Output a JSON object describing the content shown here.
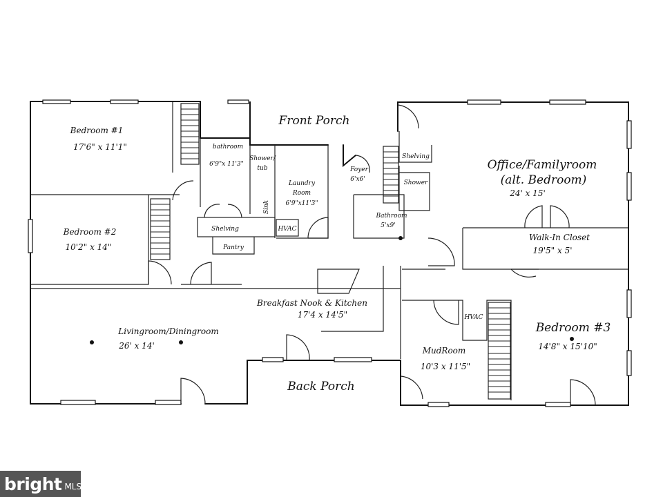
{
  "rooms": {
    "bedroom1": {
      "name": "Bedroom #1",
      "dims": "17'6\" x 11'1\""
    },
    "bedroom2": {
      "name": "Bedroom #2",
      "dims": "10'2\" x 14\""
    },
    "bathroom_main": {
      "name": "bathroom",
      "dims": "6'9\"x 11'3\""
    },
    "shower_tub": {
      "line1": "Shower/",
      "line2": "tub"
    },
    "sink": "Sink",
    "laundry": {
      "line1": "Laundry",
      "line2": "Room",
      "dims": "6'9\"x11'3\""
    },
    "shelving_pantry": "Shelving",
    "hvac_center": "HVAC",
    "pantry": "Pantry",
    "foyer": {
      "name": "Foyer",
      "dims": "6'x6'"
    },
    "shelving_foyer": "Shelving",
    "shower": "Shower",
    "bathroom_foyer": {
      "name": "Bathroom",
      "dims": "5'x9'"
    },
    "office": {
      "line1": "Office/Familyroom",
      "line2": "(alt. Bedroom)",
      "dims": "24' x 15'"
    },
    "walkin_closet": {
      "name": "Walk-In Closet",
      "dims": "19'5\" x 5'"
    },
    "kitchen": {
      "name": "Breakfast Nook & Kitchen",
      "dims": "17'4 x 14'5\""
    },
    "living": {
      "name": "Livingroom/Diningroom",
      "dims": "26' x 14'"
    },
    "mudroom": {
      "name": "MudRoom",
      "dims": "10'3 x 11'5\""
    },
    "hvac_mud": "HVAC",
    "bedroom3": {
      "name": "Bedroom #3",
      "dims": "14'8\" x 15'10\""
    }
  },
  "porches": {
    "front": "Front Porch",
    "back": "Back Porch"
  },
  "watermark": {
    "word": "bright",
    "suffix": "MLS"
  },
  "colors": {
    "ink": "#111111",
    "paper": "#ffffff",
    "badge": "#555555"
  }
}
